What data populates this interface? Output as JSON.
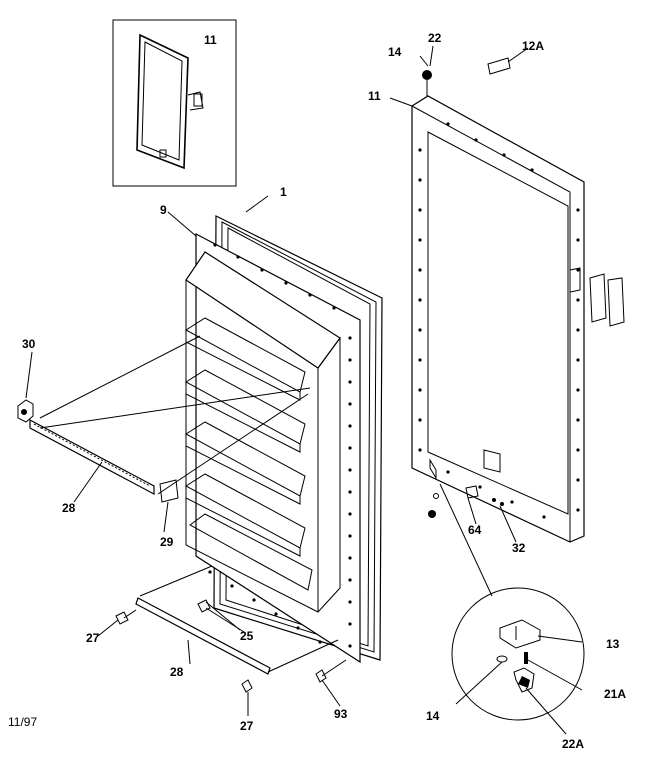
{
  "footer": {
    "date": "11/97"
  },
  "callouts": {
    "inset_11": "11",
    "door_1": "1",
    "liner_9": "9",
    "rack_30": "30",
    "rail_28_left": "28",
    "clip_29": "29",
    "screw_27_left": "27",
    "rail_28_bottom": "28",
    "screw_25": "25",
    "screw_27_bottom": "27",
    "screw_93": "93",
    "cap_22_top": "22",
    "washer_14_top": "14",
    "badge_12A": "12A",
    "gasket_11": "11",
    "part_64": "64",
    "part_32": "32",
    "hinge_13": "13",
    "washer_14_detail": "14",
    "screw_21A": "21A",
    "cap_22A": "22A"
  }
}
